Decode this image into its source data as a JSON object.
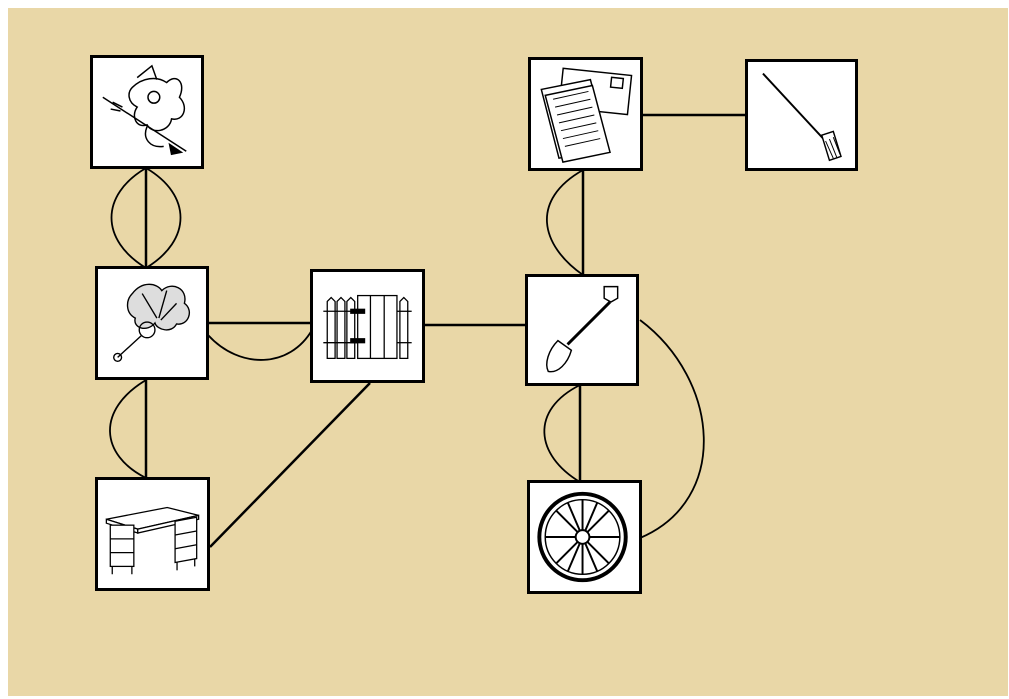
{
  "colors": {
    "background": "#e9d7a7",
    "line": "#000000",
    "card": "#ffffff"
  },
  "nodes": [
    {
      "id": "witch",
      "icon": "witch-on-broom-icon"
    },
    {
      "id": "letter",
      "icon": "letter-icon"
    },
    {
      "id": "broom",
      "icon": "broom-icon"
    },
    {
      "id": "beet",
      "icon": "beet-icon"
    },
    {
      "id": "fence",
      "icon": "fence-gate-icon"
    },
    {
      "id": "shovel",
      "icon": "shovel-icon"
    },
    {
      "id": "desk",
      "icon": "desk-icon"
    },
    {
      "id": "wheel",
      "icon": "wagon-wheel-icon"
    }
  ],
  "edges": [
    {
      "from": "witch",
      "to": "beet",
      "style": "straight"
    },
    {
      "from": "witch",
      "to": "beet",
      "style": "curved"
    },
    {
      "from": "witch",
      "to": "beet",
      "style": "curved"
    },
    {
      "from": "beet",
      "to": "fence",
      "style": "straight"
    },
    {
      "from": "beet",
      "to": "fence",
      "style": "curved"
    },
    {
      "from": "beet",
      "to": "desk",
      "style": "straight"
    },
    {
      "from": "beet",
      "to": "desk",
      "style": "curved"
    },
    {
      "from": "fence",
      "to": "desk",
      "style": "straight"
    },
    {
      "from": "fence",
      "to": "shovel",
      "style": "straight"
    },
    {
      "from": "letter",
      "to": "broom",
      "style": "straight"
    },
    {
      "from": "letter",
      "to": "shovel",
      "style": "straight"
    },
    {
      "from": "letter",
      "to": "shovel",
      "style": "curved"
    },
    {
      "from": "shovel",
      "to": "wheel",
      "style": "straight"
    },
    {
      "from": "shovel",
      "to": "wheel",
      "style": "curved"
    },
    {
      "from": "shovel",
      "to": "wheel",
      "style": "curved"
    }
  ]
}
